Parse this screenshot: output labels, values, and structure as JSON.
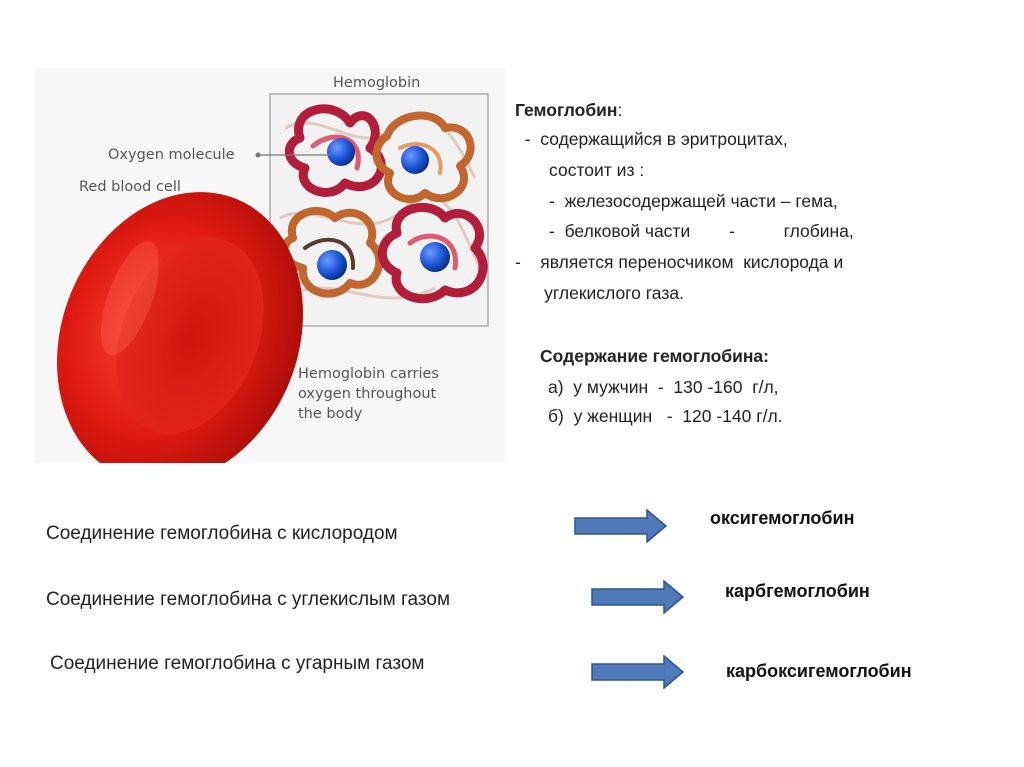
{
  "illustration": {
    "hemoglobin_label": "Hemoglobin",
    "oxygen_label": "Oxygen molecule",
    "rbc_label": "Red blood cell",
    "carries_lines": [
      "Hemoglobin carries",
      "oxygen throughout",
      "the body"
    ]
  },
  "description": {
    "title": "Гемоглобин",
    "title_suffix": ":",
    "lines": [
      "  -  содержащийся в эритроцитах,",
      "       состоит из :",
      "       -  железосодержащей части – гема,",
      "       -  белковой части        -          глобина,",
      "-    является переносчиком  кислорода и",
      "      углекислого газа."
    ]
  },
  "content": {
    "title": "Содержание гемоглобина:",
    "lines": [
      "а)  у мужчин  -  130 -160  г/л,",
      "б)  у женщин   -  120 -140 г/л."
    ]
  },
  "compounds": [
    {
      "text": "Соединение гемоглобина с кислородом",
      "result": "оксигемоглобин"
    },
    {
      "text": "Соединение гемоглобина с углекислым газом",
      "result": "карбгемоглобин"
    },
    {
      "text": "Соединение гемоглобина с угарным газом",
      "result": "карбоксигемоглобин"
    }
  ],
  "colors": {
    "arrow_fill": "#4f79b9",
    "arrow_stroke": "#2e5590",
    "rbc": "#d61414",
    "oxygen": "#1b54d6"
  }
}
